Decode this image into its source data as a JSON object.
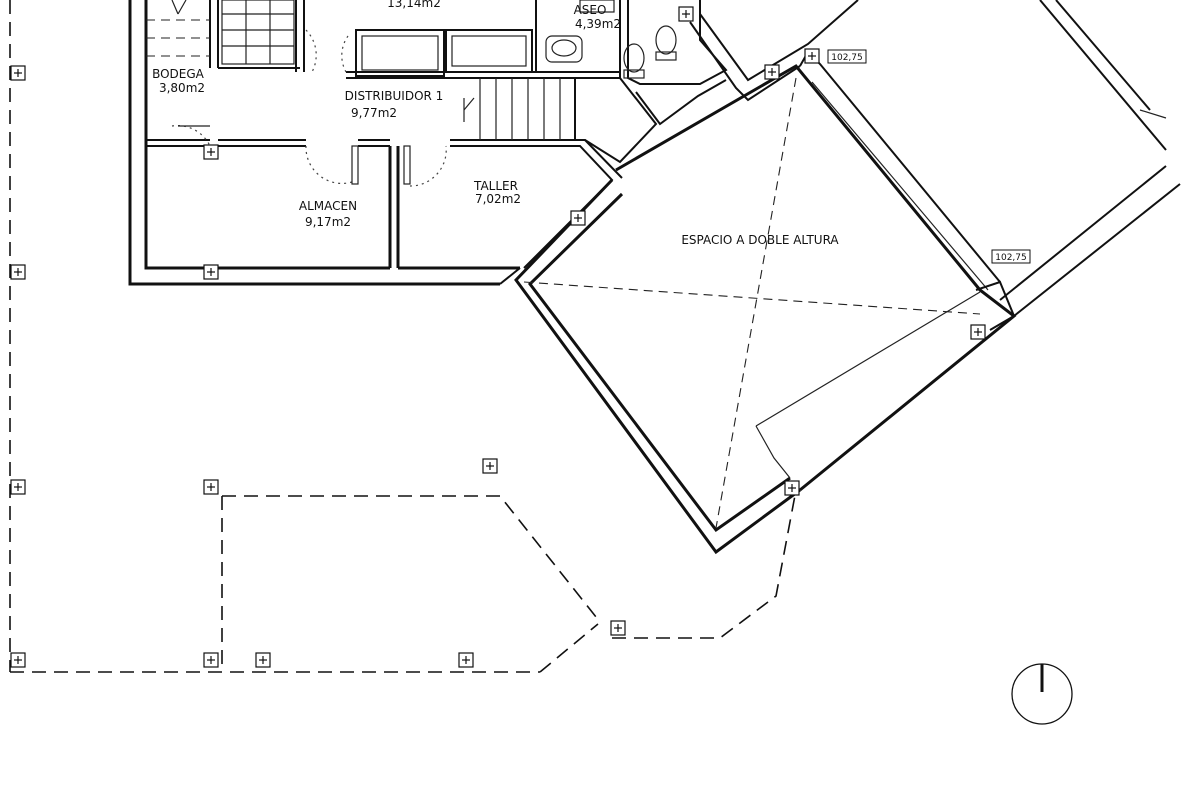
{
  "rooms": [
    {
      "id": "top",
      "name": "",
      "area": "13,14m2"
    },
    {
      "id": "aseo",
      "name": "ASEO",
      "area": "4,39m2"
    },
    {
      "id": "bodega",
      "name": "BODEGA",
      "area": "3,80m2"
    },
    {
      "id": "distribuidor",
      "name": "DISTRIBUIDOR 1",
      "area": "9,77m2"
    },
    {
      "id": "almacen",
      "name": "ALMACEN",
      "area": "9,17m2"
    },
    {
      "id": "taller",
      "name": "TALLER",
      "area": "7,02m2"
    }
  ],
  "space_label": "ESPACIO A DOBLE ALTURA",
  "levels": [
    "102,75",
    "102,75"
  ]
}
